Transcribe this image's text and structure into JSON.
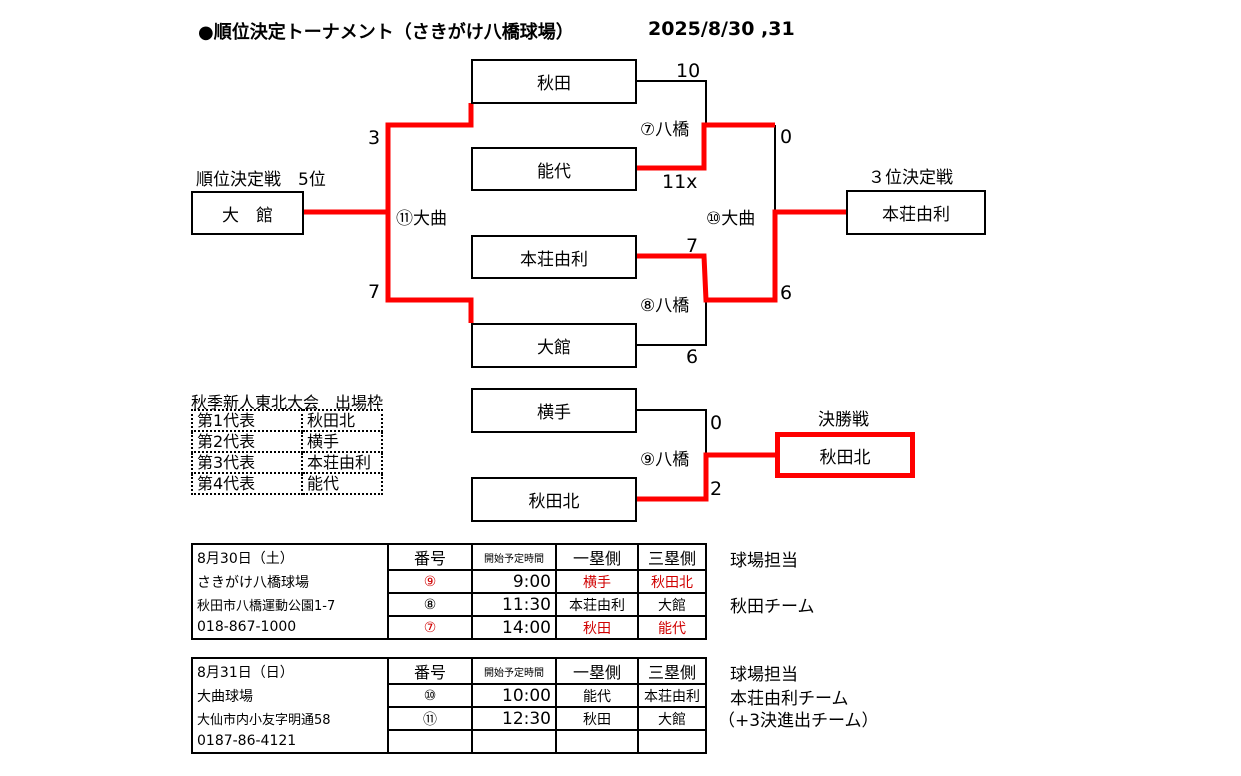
{
  "title": "●順位決定トーナメント（さきがけ八橋球場）",
  "dates": "2025/8/30 ,31",
  "bracket": {
    "teams": [
      "秋田",
      "能代",
      "本荘由利",
      "大館",
      "横手",
      "秋田北"
    ],
    "fifth_place_label": "順位決定戦　5位",
    "fifth_place_team": "大　館",
    "third_place_label": "３位決定戦",
    "third_place_team": "本荘由利",
    "final_label": "決勝戦",
    "final_team": "秋田北",
    "games": {
      "g7": "⑦八橋",
      "g8": "⑧八橋",
      "g9": "⑨八橋",
      "g10": "⑩大曲",
      "g11": "⑪大曲"
    },
    "scores": {
      "akita_g7": "10",
      "noshiro_g7": "11x",
      "honjo_g8": "7",
      "odate_g8": "6",
      "yokote_g9": "0",
      "akitakita_g9": "2",
      "noshiro_g10": "0",
      "honjo_g10": "6",
      "akita_g11": "3",
      "odate_g11": "7"
    },
    "colors": {
      "winner": "#ff0000",
      "line": "#000000"
    }
  },
  "representatives": {
    "title": "秋季新人東北大会　出場枠",
    "rows": [
      [
        "第1代表",
        "秋田北"
      ],
      [
        "第2代表",
        "横手"
      ],
      [
        "第3代表",
        "本荘由利"
      ],
      [
        "第4代表",
        "能代"
      ]
    ]
  },
  "schedule": [
    {
      "info": [
        "8月30日（土）",
        "さきがけ八橋球場",
        "秋田市八橋運動公園1-7",
        "018-867-1000"
      ],
      "headers": [
        "番号",
        "開始予定時間",
        "一塁側",
        "三塁側"
      ],
      "rows": [
        [
          "⑨",
          "9:00",
          "横手",
          "秋田北"
        ],
        [
          "⑧",
          "11:30",
          "本荘由利",
          "大館"
        ],
        [
          "⑦",
          "14:00",
          "秋田",
          "能代"
        ]
      ],
      "note": [
        "球場担当",
        "",
        "秋田チーム",
        ""
      ]
    },
    {
      "info": [
        "8月31日（日）",
        "大曲球場",
        "大仙市内小友字明通58",
        "0187-86-4121"
      ],
      "headers": [
        "番号",
        "開始予定時間",
        "一塁側",
        "三塁側"
      ],
      "rows": [
        [
          "⑩",
          "10:00",
          "能代",
          "本荘由利"
        ],
        [
          "⑪",
          "12:30",
          "秋田",
          "大館"
        ],
        [
          "",
          "",
          "",
          ""
        ]
      ],
      "note": [
        "球場担当",
        "本荘由利チーム",
        "（+3決進出チーム）",
        ""
      ]
    }
  ]
}
